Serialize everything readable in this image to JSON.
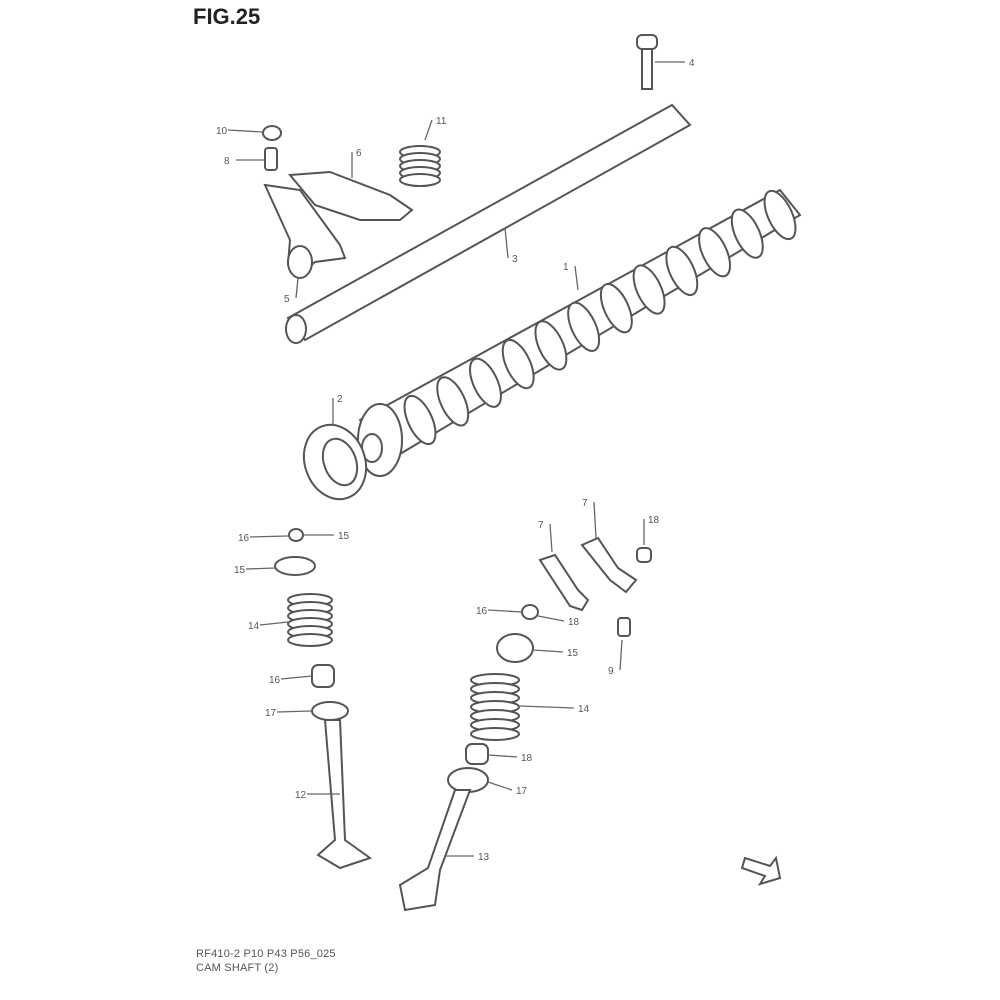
{
  "figure_title": "FIG.25",
  "caption_code": "RF410-2 P10 P43 P56_025",
  "caption_title": "CAM SHAFT (2)",
  "callouts": [
    "4",
    "10",
    "8",
    "6",
    "11",
    "3",
    "1",
    "5",
    "2",
    "16",
    "15",
    "15",
    "14",
    "16",
    "17",
    "12",
    "7",
    "7",
    "18",
    "16",
    "18",
    "15",
    "9",
    "14",
    "18",
    "17",
    "13"
  ],
  "icons": {
    "front_arrow": "front-direction-arrow-icon"
  }
}
